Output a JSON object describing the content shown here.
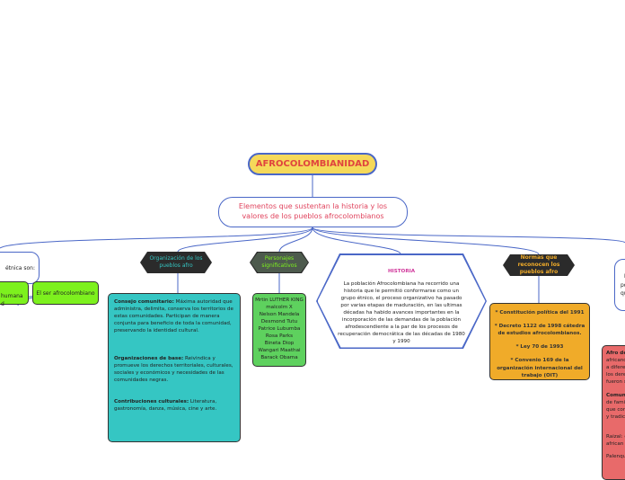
{
  "root": {
    "title": "AFROCOLOMBIANIDAD"
  },
  "subtitle": {
    "text": "Elementos que sustentan la historia y los valores de los pueblos afrocolombianos"
  },
  "left_partial": {
    "label": "étnica son:",
    "green_left": "humana\nd",
    "green_right": "El ser afrocolombiano"
  },
  "organizacion": {
    "label": "Organización de los pueblos afro",
    "items": [
      {
        "heading": "Consejo comunitario:",
        "text": " Máxima autoridad que administra, delimita, conserva los territorios de estas comunidades. Participan de manera conjunta para beneficio de toda la comunidad, preservando la identidad cultural."
      },
      {
        "heading": "Organizaciones de base:",
        "text": " Reivindica y promueve los derechos territoriales, culturales, sociales y económicos y necesidades de las comunidades negras."
      },
      {
        "heading": "Contribuciones culturales:",
        "text": "  Literatura, gastronomía, danza, música, cine y arte."
      }
    ]
  },
  "personajes": {
    "label": "Personajes significativos",
    "names": [
      "Mrtin LUTHER KING",
      "malcolm X",
      "Nelson Mandela",
      "Desmond Tutu",
      "Patrice Lubumba",
      "Rosa Parks",
      "Bineta Diop",
      "Wangari Maathai",
      "Barack Obama"
    ]
  },
  "historia": {
    "title": "HISTORIA",
    "text": "La población Afrocolombiana ha recorrido una historia que le permitió conformarse como un grupo étnico, el proceso organizativo ha pasado por varias etapas de maduración, en las ultimas décadas ha habido avances importantes en la incorporación de las demandas de la población afrodescendiente a la par de los procesos de recuperación democrática de las décadas de 1980 y 1990"
  },
  "normas": {
    "label": "Normas que reconocen los pueblos afro",
    "items": [
      "* Constitución política del 1991",
      "* Decreto 1122 de 1998 cátedra de estudios afrocolombianos.",
      "* Ley 70 de 1993",
      "* Convenio 169 de la organización internacional del trabajo (OIT)"
    ]
  },
  "right_partial": {
    "box_lines": [
      "I",
      "po",
      "qu"
    ],
    "red_lines": [
      "Afro de",
      "africano",
      "a diferen",
      "los derec",
      "fueron s",
      "",
      "Comunid",
      "de famil",
      "que con",
      "y tradici",
      "",
      "",
      "Raizal: g",
      "african",
      "",
      "Palenqu"
    ]
  },
  "colors": {
    "root_fill": "#f5d95a",
    "accent_blue": "#4a67c7",
    "title_red": "#e0443e",
    "org_fill": "#35c6c3",
    "pers_fill": "#5ed15e",
    "normas_fill": "#f0ab29",
    "green_fill": "#7df11e",
    "red_fill": "#e86a6a",
    "dark_hex": "#2b2b2b"
  }
}
